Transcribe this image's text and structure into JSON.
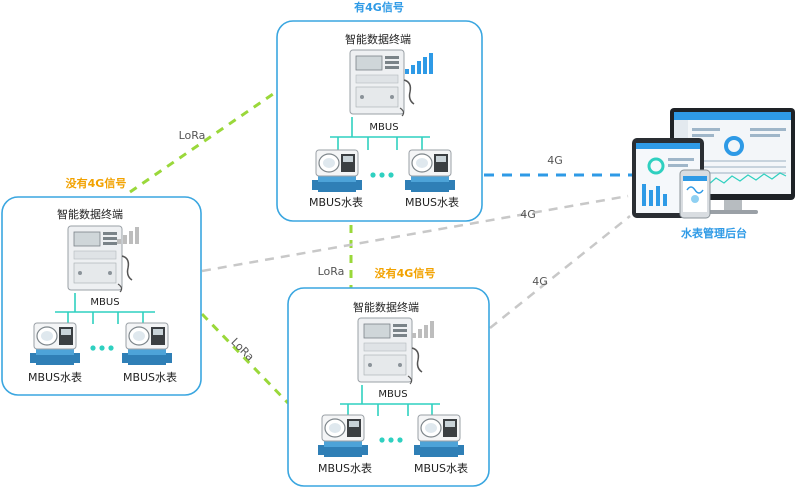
{
  "colors": {
    "box_border": "#3aa6e0",
    "signal_label": "#f2a200",
    "lora_link": "#9ad83a",
    "gray_link": "#c8c8c8",
    "blue_link": "#2e9ae6",
    "mbus_line": "#2fd0c0",
    "signal_bar_gray": "#bdbdbd",
    "signal_bar_blue": "#2e9ae6"
  },
  "terminals": [
    {
      "id": "top",
      "signal_label": "有4G信号",
      "title": "智能数据终端",
      "bus_label": "MBUS",
      "meters": [
        "MBUS水表",
        "MBUS水表"
      ],
      "signal_icon": "signal-strong-blue-icon"
    },
    {
      "id": "left",
      "signal_label": "没有4G信号",
      "title": "智能数据终端",
      "bus_label": "MBUS",
      "meters": [
        "MBUS水表",
        "MBUS水表"
      ],
      "signal_icon": "signal-weak-gray-icon"
    },
    {
      "id": "bottom",
      "signal_label": "没有4G信号",
      "title": "智能数据终端",
      "bus_label": "MBUS",
      "meters": [
        "MBUS水表",
        "MBUS水表"
      ],
      "signal_icon": "signal-weak-gray-icon"
    }
  ],
  "links": [
    {
      "label": "LoRa",
      "from": "left",
      "to": "top",
      "style": "dashed-green"
    },
    {
      "label": "LoRa",
      "from": "top",
      "to": "bottom",
      "style": "dashed-green"
    },
    {
      "label": "LoRa",
      "from": "left",
      "to": "bottom",
      "style": "dashed-green"
    },
    {
      "label": "4G",
      "from": "top",
      "to": "platform",
      "style": "dashed-blue"
    },
    {
      "label": "4G",
      "from": "left",
      "to": "platform",
      "style": "dashed-gray"
    },
    {
      "label": "4G",
      "from": "bottom",
      "to": "platform",
      "style": "dashed-gray"
    }
  ],
  "platform": {
    "label": "水表管理后台",
    "devices": [
      "monitor-icon",
      "tablet-icon",
      "phone-icon"
    ]
  }
}
